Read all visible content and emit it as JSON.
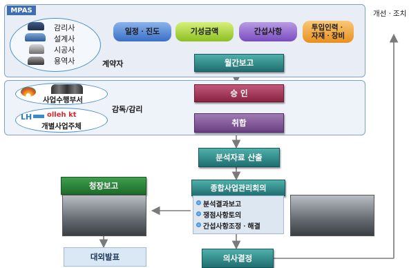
{
  "mpas_label": "MPAS",
  "contractors": {
    "items": [
      "감리사",
      "설계사",
      "시공사",
      "용역사"
    ],
    "caption": "계약자"
  },
  "data_sources": [
    "일정ㆍ진도",
    "기성금액",
    "간섭사항",
    "투입인력ㆍ\n자재ㆍ장비"
  ],
  "flow": {
    "monthly_report": "월간보고",
    "approval": "승 인",
    "aggregation": "취합",
    "analysis": "분석자료 산출",
    "meeting_title": "종합사업관리회의",
    "meeting_items": [
      "분석결과보고",
      "쟁점사항토의",
      "간섭사항조정ㆍ해결"
    ],
    "decision": "의사결정",
    "ceo_report": "청장보고",
    "external": "대외발표"
  },
  "supervision": {
    "org1": "사업수행부서",
    "org2_logo": "LH",
    "org2_logo2": "olleh kt",
    "org2": "개별사업주체",
    "caption": "감독/감리"
  },
  "feedback_label": "개선ㆍ조치",
  "colors": {
    "teal": "#2a8a88",
    "red": "#a53a5c",
    "purple": "#86569b",
    "green": "#2b8538",
    "cyl_blue": "#4a7fd0",
    "cyl_green": "#9acd32",
    "cyl_purple": "#8a5cc7",
    "cyl_orange": "#f0a030"
  }
}
